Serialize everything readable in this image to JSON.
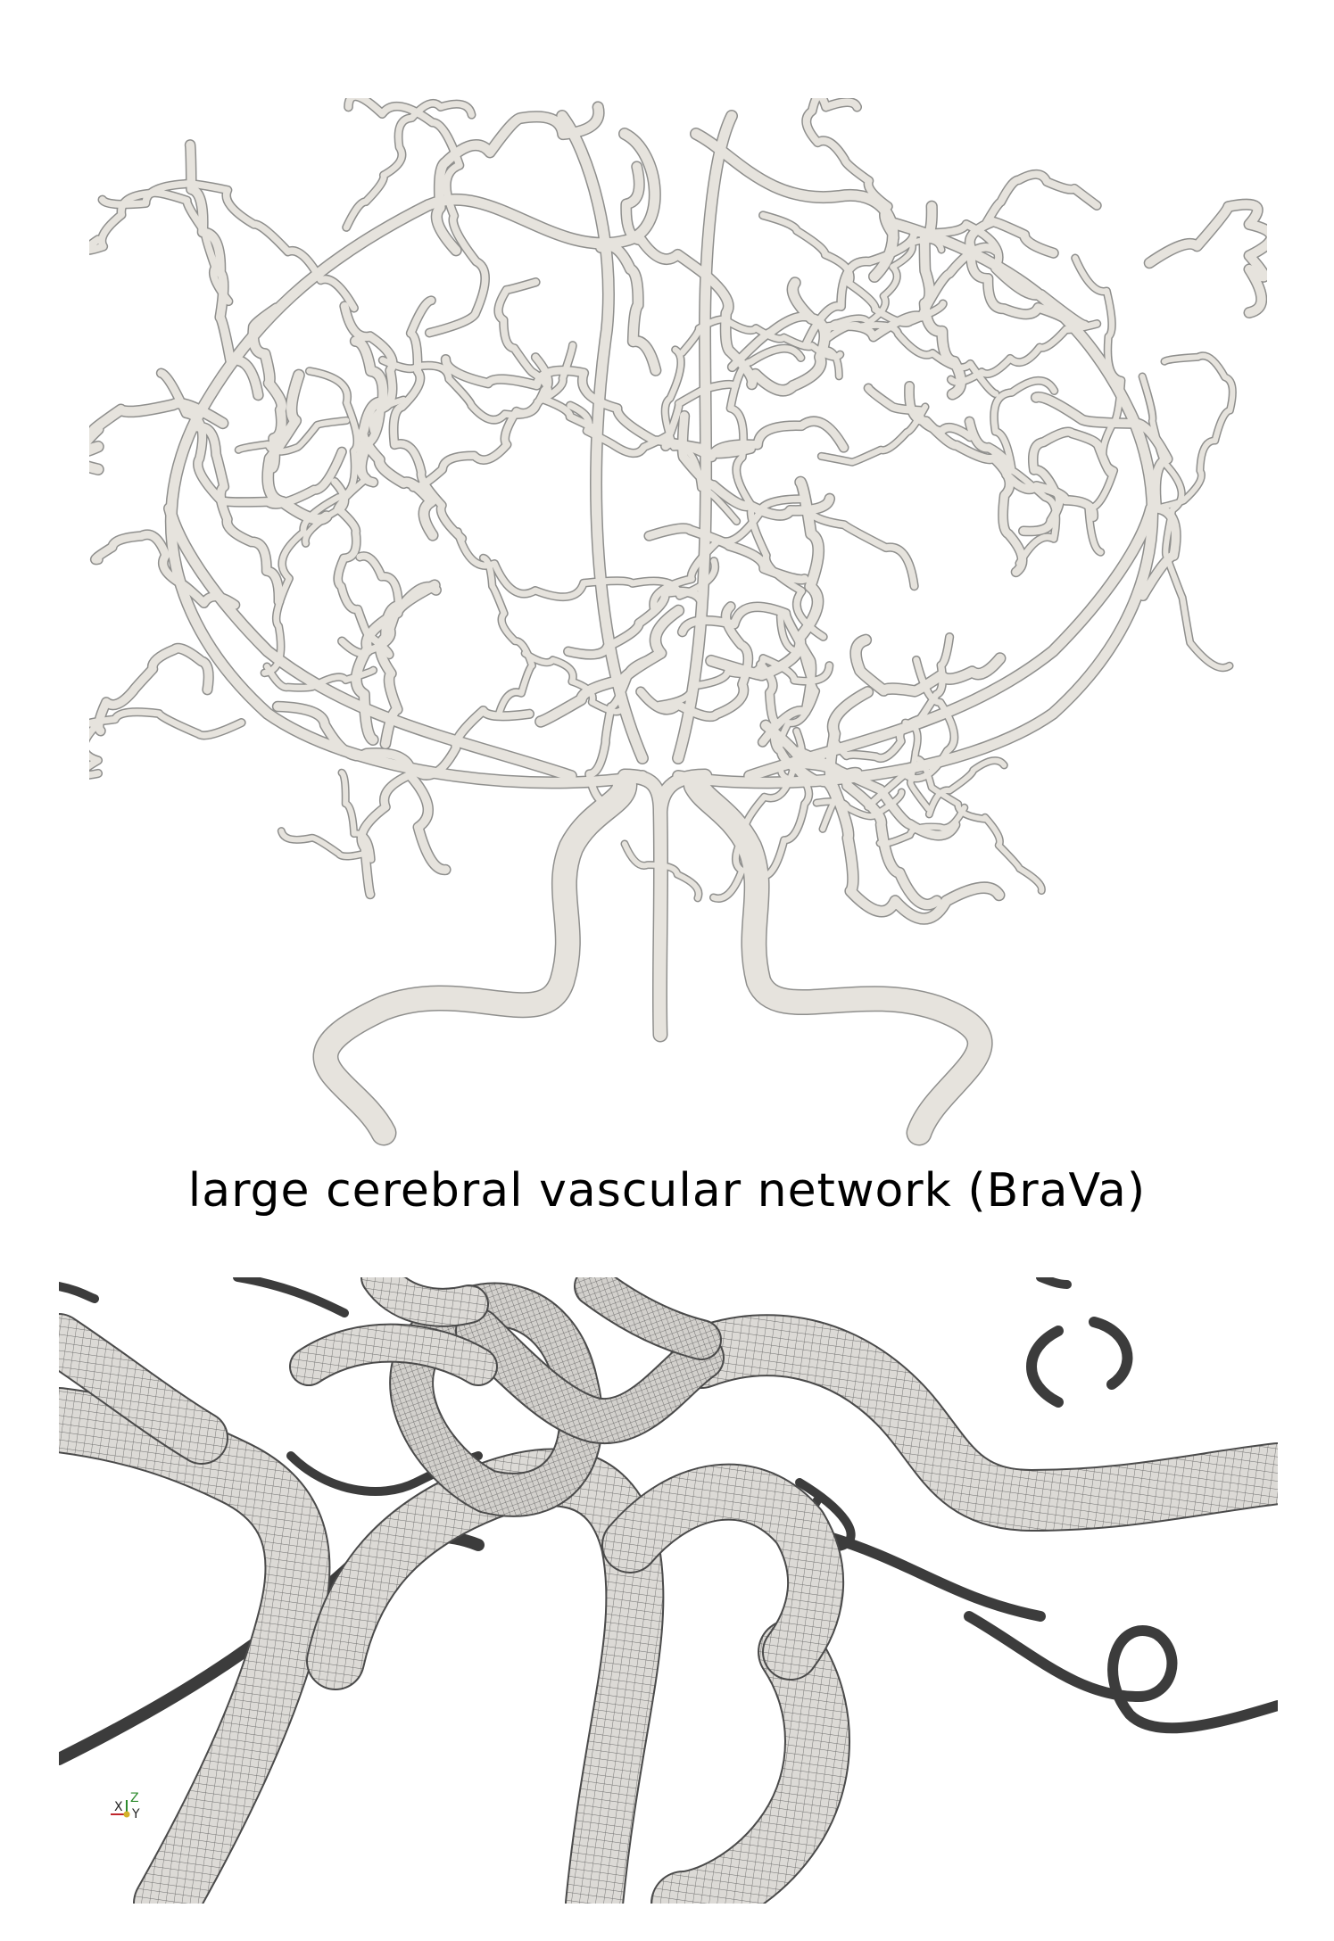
{
  "figure": {
    "caption": "large cerebral vascular network (BraVa)"
  },
  "top_panel": {
    "subject": "cerebral-vascular-network-render",
    "colors": {
      "vessel_fill": "#e6e3dd",
      "vessel_outline": "#8f8f8d",
      "background": "#ffffff"
    }
  },
  "bottom_panel": {
    "subject": "vessel-surface-mesh-closeup",
    "axes": {
      "z_label": "Z",
      "x_label": "X",
      "y_label": "Y",
      "colors": {
        "z": "#2e8b2e",
        "x": "#c0262c",
        "y": "#d4b22a"
      }
    },
    "colors": {
      "vessel_fill": "#dcdad6",
      "mesh_lines": "#4a4a4a",
      "dark_vessel": "#3c3c3c"
    }
  }
}
